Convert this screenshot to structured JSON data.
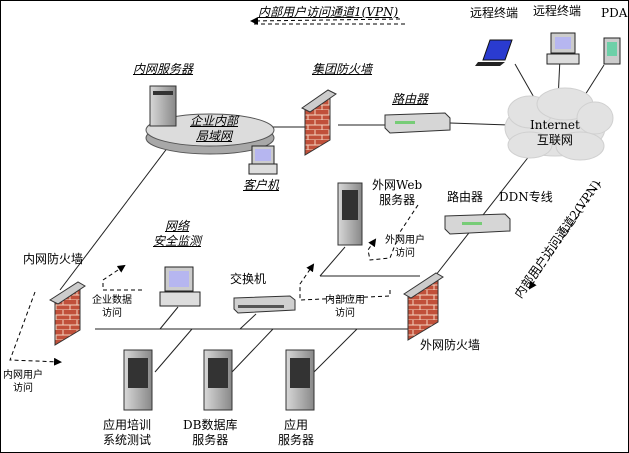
{
  "labels": {
    "vpn1": "内部用户访问通道1(VPN)",
    "remote1": "远程终端",
    "remote2": "远程终端",
    "pda": "PDA",
    "intranet_server": "内网服务器",
    "group_firewall": "集团防火墙",
    "router_top": "路由器",
    "lan_line1": "企业内部",
    "lan_line2": "局域网",
    "internet_line1": "Internet",
    "internet_line2": "互联网",
    "client": "客户机",
    "web_server_line1": "外网Web",
    "web_server_line2": "服务器",
    "router_mid": "路由器",
    "ddn": "DDN专线",
    "security_line1": "网络",
    "security_line2": "安全监测",
    "inner_firewall": "内网防火墙",
    "switch": "交换机",
    "ext_user_line1": "外网用户",
    "ext_user_line2": "访问",
    "vpn2": "内部用户访问通道2(VPN)",
    "ent_data_line1": "企业数据",
    "ent_data_line2": "访问",
    "internal_app_line1": "内部应用",
    "internal_app_line2": "访问",
    "outer_firewall": "外网防火墙",
    "inner_user_line1": "内网用户",
    "inner_user_line2": "访问",
    "srv1_line1": "应用培训",
    "srv1_line2": "系统测试",
    "srv2_line1": "DB数据库",
    "srv2_line2": "服务器",
    "srv3_line1": "应用",
    "srv3_line2": "服务器"
  }
}
